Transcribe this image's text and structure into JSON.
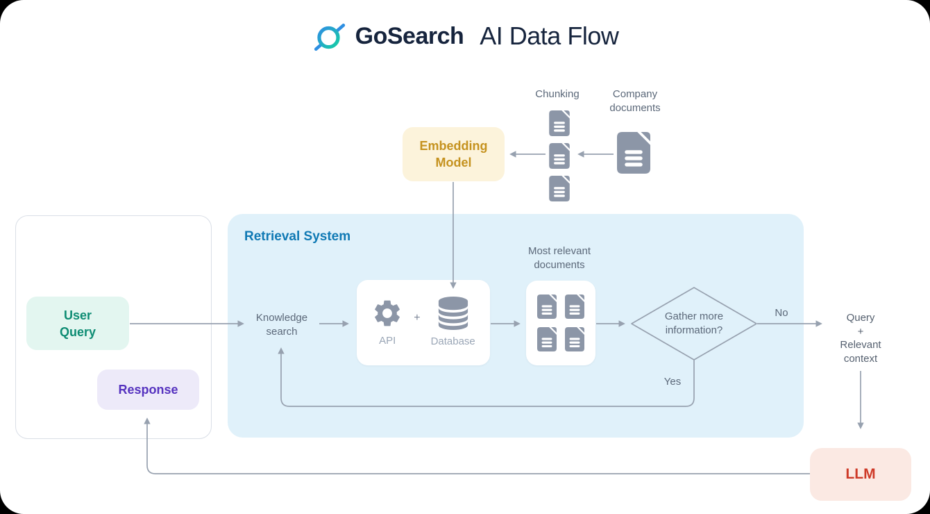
{
  "header": {
    "brand": "GoSearch",
    "title": "AI Data Flow"
  },
  "ingest": {
    "chunking_label": "Chunking",
    "company_documents_label": "Company documents",
    "embedding_model_label": "Embedding Model"
  },
  "retrieval": {
    "title": "Retrieval System",
    "knowledge_search_label": "Knowledge search",
    "api_label": "API",
    "plus_label": "+",
    "database_label": "Database",
    "most_relevant_label": "Most relevant documents",
    "decision_label": "Gather more information?",
    "yes_label": "Yes",
    "no_label": "No"
  },
  "chat": {
    "user_query_label": "User Query",
    "response_label": "Response"
  },
  "output": {
    "lines": [
      "Query",
      "+",
      "Relevant",
      "context"
    ],
    "llm_label": "LLM"
  },
  "colors": {
    "title_text": "#16243D",
    "retrieval_bg": "#E0F1FA",
    "retrieval_title": "#0F79B4",
    "embedding_bg": "#FCF3DB",
    "embedding_text": "#C5921F",
    "user_query_bg": "#E3F6F0",
    "user_query_text": "#0D8C73",
    "response_bg": "#EDEAF9",
    "response_text": "#5532BF",
    "llm_bg": "#FBE9E3",
    "llm_text": "#CE3A28",
    "icon_gray": "#8C96A7",
    "wire_gray": "#97A1AF",
    "label_gray": "#5B6879",
    "label_light_gray": "#9AA6B6",
    "logo_blue": "#2E8FE2",
    "logo_green": "#15CDA4"
  }
}
